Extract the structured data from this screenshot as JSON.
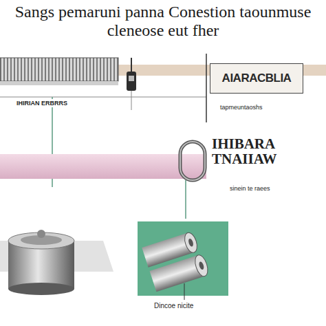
{
  "diagram": {
    "title": "Sangs pemaruni panna Conestion taounmuse cleneose eut fher",
    "nodes": [
      {
        "text": [
          "AIARACBLIA"
        ]
      }
    ],
    "labels": [
      "IHIRIAN ERBRRS",
      "tapmeuntaoshs",
      "IHIBARA TNAIIAW",
      "sinein te raees",
      "Dincoe nicite"
    ]
  }
}
